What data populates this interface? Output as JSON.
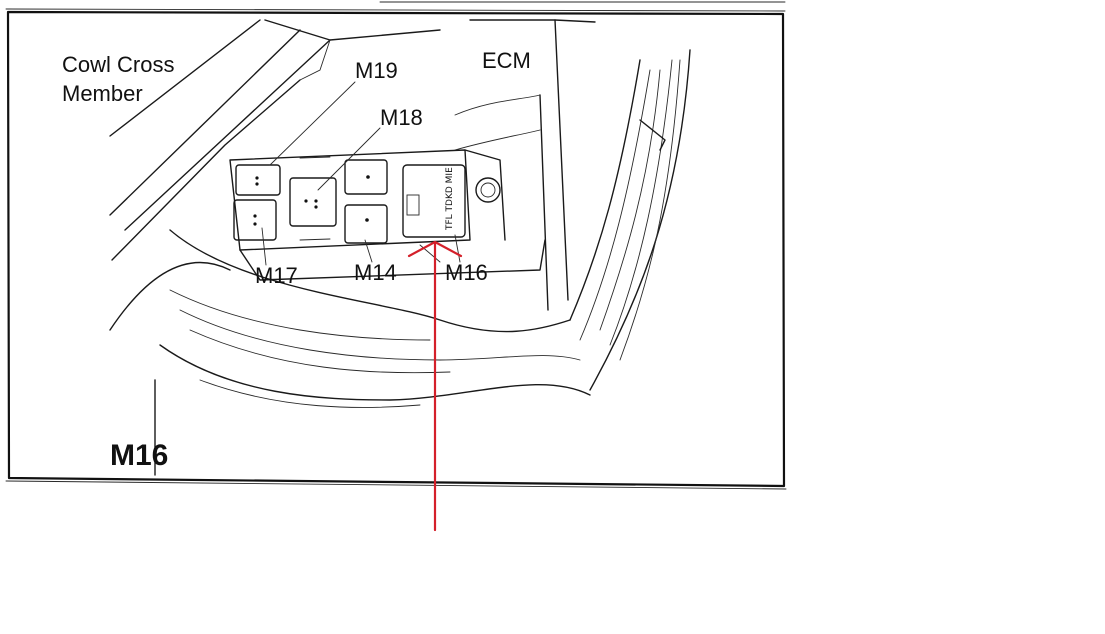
{
  "diagram": {
    "labels": {
      "cowl_line1": "Cowl Cross",
      "cowl_line2": "Member",
      "ecm": "ECM",
      "m19": "M19",
      "m18": "M18",
      "m17": "M17",
      "m14": "M14",
      "m16": "M16",
      "caption": "M16"
    },
    "annotation": {
      "arrow_color": "#d4202a",
      "points_to": "M16"
    }
  }
}
